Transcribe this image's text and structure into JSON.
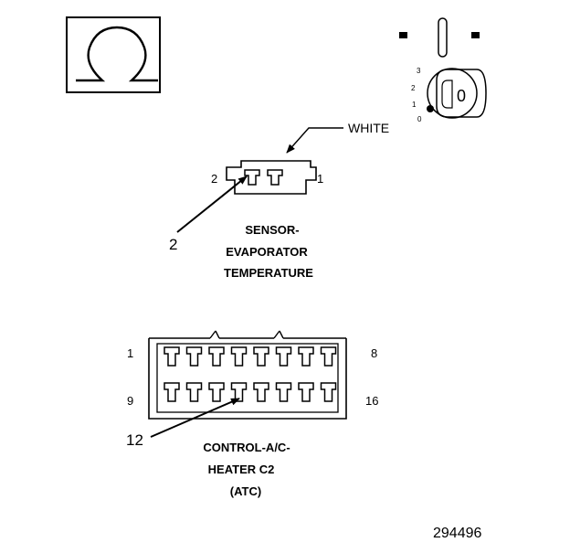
{
  "ohm_symbol": "Ω",
  "ignition": {
    "positions": [
      "3",
      "2",
      "1",
      "0"
    ],
    "key_label": "0"
  },
  "sensor_connector": {
    "wire_color": "WHITE",
    "pin_left": "2",
    "pin_right": "1",
    "callout": "2",
    "name_lines": [
      "SENSOR-",
      "EVAPORATOR",
      "TEMPERATURE"
    ]
  },
  "control_connector": {
    "pin_top_left": "1",
    "pin_top_right": "8",
    "pin_bottom_left": "9",
    "pin_bottom_right": "16",
    "callout": "12",
    "name_lines": [
      "CONTROL-A/C-",
      "HEATER C2",
      "(ATC)"
    ]
  },
  "figure_number": "294496"
}
